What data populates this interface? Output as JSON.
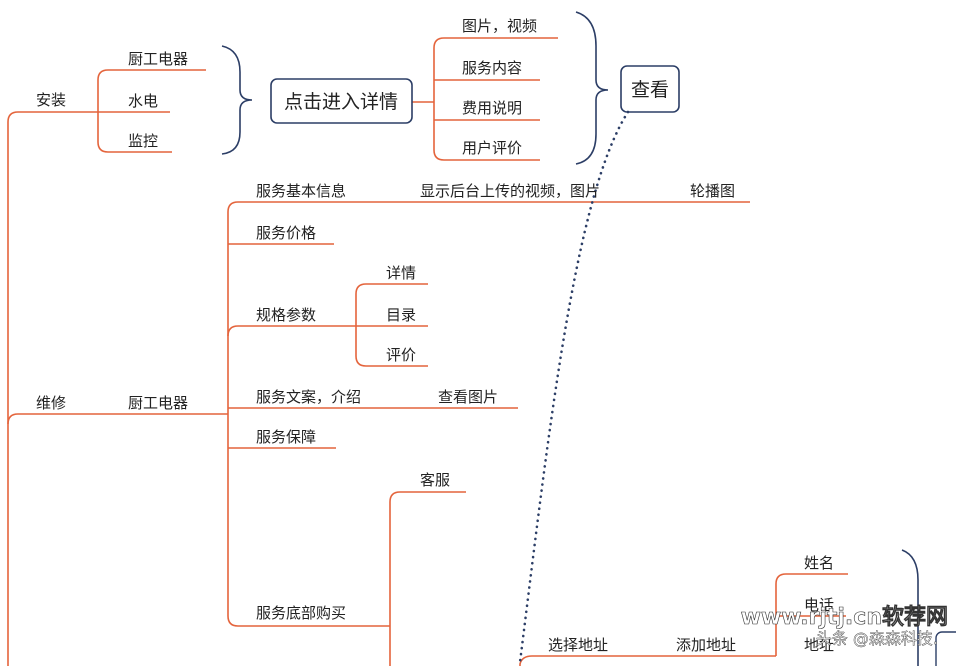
{
  "colors": {
    "branch": "#e4643c",
    "bracket": "#2c3e66",
    "box_border": "#2c3e66",
    "dots": "#2c3e66",
    "text": "#222222"
  },
  "nodes": {
    "install": "安装",
    "install_kitchen": "厨工电器",
    "install_water": "水电",
    "install_monitor": "监控",
    "click_detail": "点击进入详情",
    "picture_video": "图片，视频",
    "service_content": "服务内容",
    "fee_desc": "费用说明",
    "user_review": "用户评价",
    "view": "查看",
    "basic_info": "服务基本信息",
    "show_backend": "显示后台上传的视频，图片",
    "carousel": "轮播图",
    "price": "服务价格",
    "spec": "规格参数",
    "spec_detail": "详情",
    "spec_catalog": "目录",
    "spec_review": "评价",
    "copy_intro": "服务文案，介绍",
    "view_images": "查看图片",
    "guarantee": "服务保障",
    "customer_service": "客服",
    "bottom_buy": "服务底部购买",
    "repair": "维修",
    "repair_kitchen": "厨工电器",
    "select_address": "选择地址",
    "add_address": "添加地址",
    "name": "姓名",
    "phone": "电话",
    "address": "地址"
  },
  "watermark": {
    "site": "www.rjtj.cn软荐网",
    "source": "头条 @森森科技."
  }
}
